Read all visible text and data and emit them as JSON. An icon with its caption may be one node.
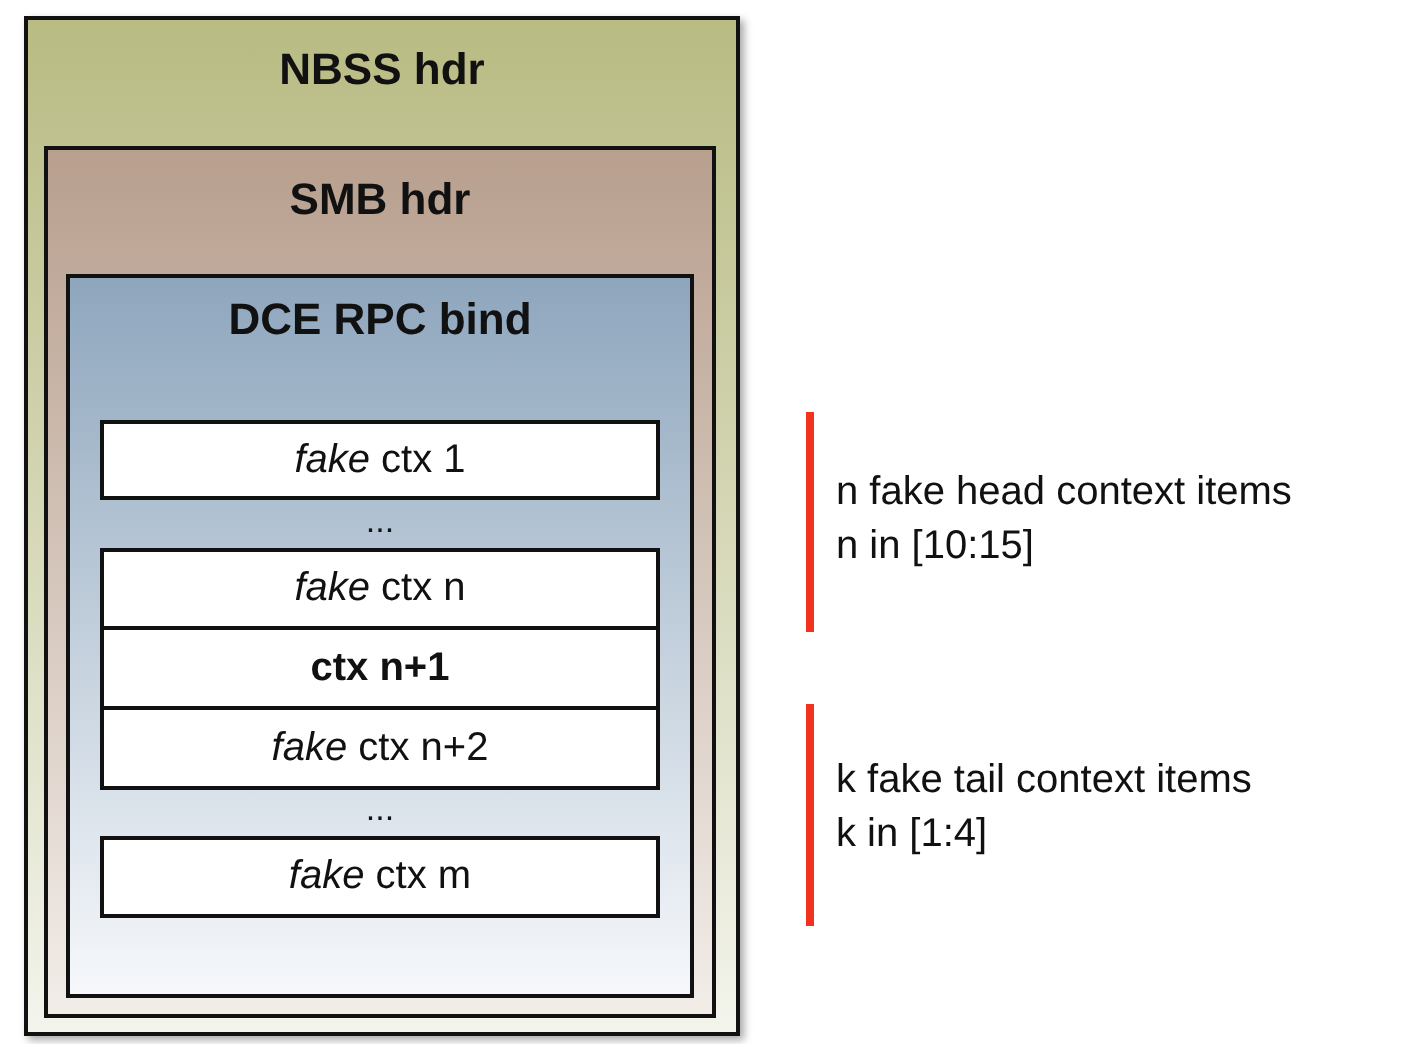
{
  "diagram": {
    "nodes": [
      {
        "text": [
          "NBSS hdr"
        ]
      },
      {
        "text": [
          "SMB hdr"
        ],
        "in": 0
      },
      {
        "text": [
          "DCE RPC bind"
        ],
        "in": 1
      },
      {
        "text": [
          "*fake* ctx 1"
        ],
        "in": 2
      },
      {
        "text": [
          "*fake* ctx n"
        ],
        "in": 2
      },
      {
        "text": [
          "ctx n+1"
        ],
        "in": 2
      },
      {
        "text": [
          "*fake* ctx n+2"
        ],
        "in": 2
      },
      {
        "text": [
          "*fake* ctx m"
        ],
        "in": 2
      }
    ],
    "labels": [
      "...",
      "...",
      "n fake head context items",
      "n in [10:15]",
      "k fake tail context items",
      "k in [1:4]"
    ]
  }
}
